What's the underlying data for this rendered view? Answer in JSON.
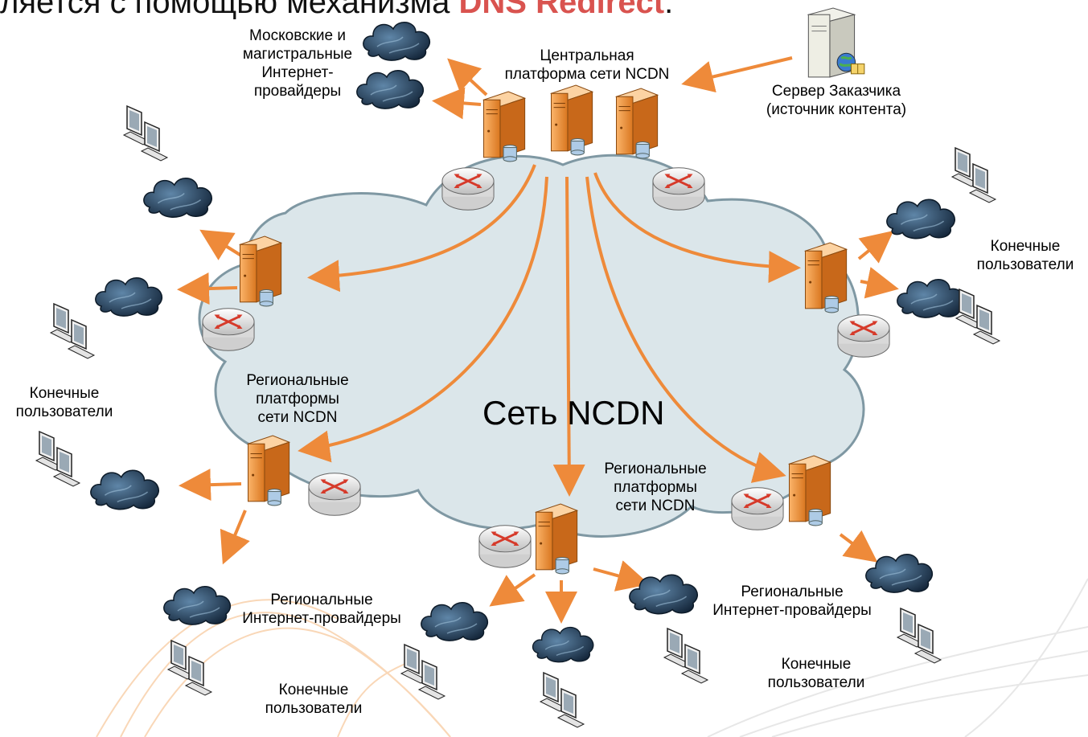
{
  "heading": {
    "prefix": "ляется с помощью механизма ",
    "highlight": "DNS Redirect",
    "suffix": ".",
    "highlight_color": "#d9534f"
  },
  "network_label": "Сеть NCDN",
  "labels": {
    "moscow_isp": "Московские и\nмагистральные\nИнтернет-\nпровайдеры",
    "central_platform": "Центральная\nплатформа сети NCDN",
    "customer_server": "Сервер Заказчика\n(источник контента)",
    "end_users_right": "Конечные\nпользователи",
    "end_users_left": "Конечные\nпользователи",
    "regional_platforms_left": "Региональные\nплатформы\nсети NCDN",
    "regional_platforms_bottom": "Региональные\nплатформы\nсети NCDN",
    "regional_isp_left": "Региональные\nИнтернет-провайдеры",
    "regional_isp_right": "Региональные\nИнтернет-провайдеры",
    "end_users_bottom_left": "Конечные\nпользователи",
    "end_users_bottom_right": "Конечные\nпользователи"
  },
  "colors": {
    "arrow": "#ee8a3a",
    "server": "#f39a3c",
    "cloud_fill": "#dbe6ea",
    "cloud_stroke": "#7f98a3",
    "isp_cloud": "#2b4a66",
    "router": "#e8e8e8",
    "router_arrow": "#d63a2a"
  }
}
